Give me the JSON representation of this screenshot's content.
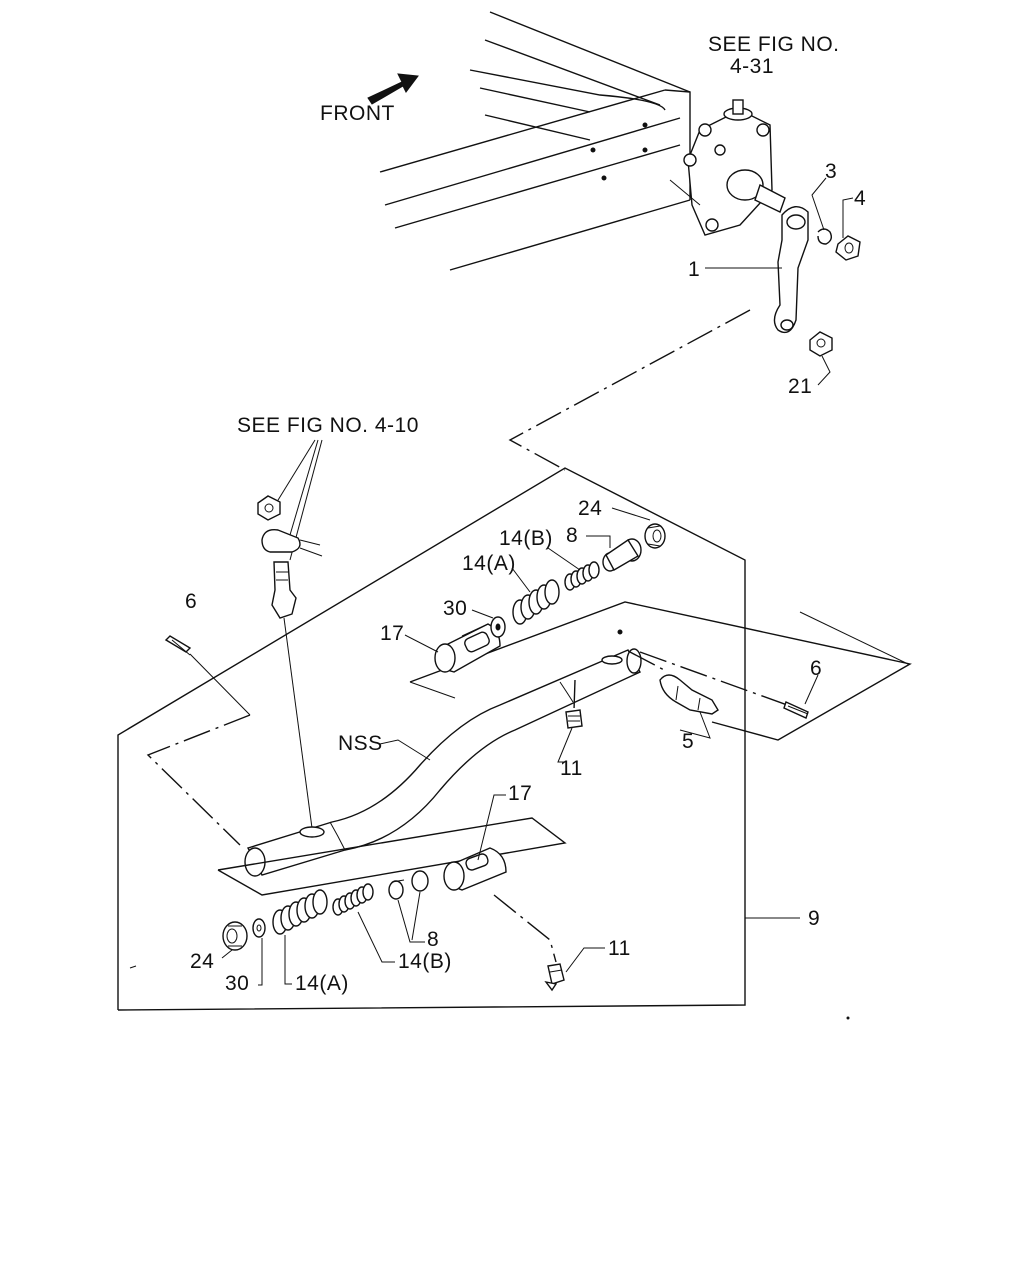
{
  "labels": {
    "front": "FRONT",
    "see_fig_4_31_line1": "SEE FIG NO.",
    "see_fig_4_31_line2": "4-31",
    "see_fig_4_10": "SEE FIG NO. 4-10",
    "nss": "NSS",
    "part_1": "1",
    "part_3": "3",
    "part_4": "4",
    "part_21": "21",
    "part_24_top": "24",
    "part_8_top": "8",
    "part_14b_top": "14(B)",
    "part_14a_top": "14(A)",
    "part_30_top": "30",
    "part_17_top": "17",
    "part_6_left": "6",
    "part_6_right": "6",
    "part_5": "5",
    "part_11_top": "11",
    "part_17_bottom": "17",
    "part_24_bottom": "24",
    "part_30_bottom": "30",
    "part_14a_bottom": "14(A)",
    "part_14b_bottom": "14(B)",
    "part_8_bottom": "8",
    "part_11_bottom": "11",
    "part_9": "9"
  }
}
